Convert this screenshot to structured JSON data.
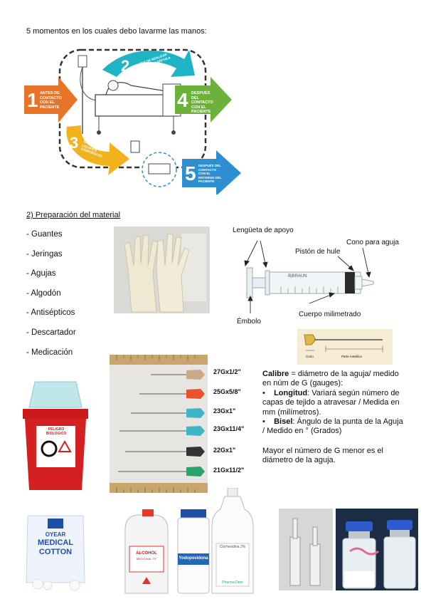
{
  "intro": "5 momentos en los cuales debo lavarme las manos:",
  "moments": [
    {
      "num": "1",
      "text": "ANTES DE CONTACTO CON EL PACIENTE",
      "color": "#e8742a"
    },
    {
      "num": "2",
      "text": "ANTES DE REALIZAR UNA TAREA ASÉPTICA",
      "color": "#1fb4c4"
    },
    {
      "num": "3",
      "text": "DESPUÉS DEL RIESGO DE EXPOSICIÓN A LÍQUIDOS CORPORALES",
      "color": "#f2b21b"
    },
    {
      "num": "4",
      "text": "DESPUÉS DEL CONTACTO CON EL PACIENTE",
      "color": "#6bb13a"
    },
    {
      "num": "5",
      "text": "DESPUÉS DEL CONTACTO CON EL ENTORNO DEL PACIENTE",
      "color": "#2d8fd0"
    }
  ],
  "section_title": "2) Preparación del material",
  "materials": [
    "- Guantes",
    "- Jeringas",
    "- Agujas",
    "- Algodón",
    "- Antisépticos",
    "- Descartador",
    "- Medicación"
  ],
  "syringe": {
    "lengueta": "Lengüeta de apoyo",
    "cono": "Cono para aguja",
    "piston": "Pistón de hule",
    "cuerpo": "Cuerpo milimetrado",
    "embolo": "Émbolo",
    "brand": "B|BRAUN",
    "needle_cono": "Cono",
    "needle_parte": "Parte metálica"
  },
  "needles": [
    {
      "label": "27Gx1/2\"",
      "color": "#c9a98a"
    },
    {
      "label": "25Gx5/8\"",
      "color": "#e8542a"
    },
    {
      "label": "23Gx1\"",
      "color": "#3fb6c8"
    },
    {
      "label": "23Gx11/4\"",
      "color": "#3fb6c8"
    },
    {
      "label": "22Gx1\"",
      "color": "#333333"
    },
    {
      "label": "21Gx11/2\"",
      "color": "#2aa36a"
    }
  ],
  "description": {
    "calibre_title": "Calibre",
    "calibre_text": " = diámetro de la aguja/ medido en núm de G (gauges):",
    "longitud_title": "Longitud",
    "longitud_text": ": Variará según número de capas de tejido a atravesar / Medida en mm (milímetros).",
    "bisel_title": "Bisel",
    "bisel_text": ": Ángulo de la punta de la Aguja / Medido en ° (Grados)",
    "note": "Mayor el número de G menor es el diámetro de la aguja."
  },
  "container_label": "PELIGRO BIOLOGICO",
  "cotton": {
    "brand": "OYEAR",
    "line1": "MEDICAL",
    "line2": "COTTON"
  },
  "bottles": {
    "alcohol": "ALCOHOL",
    "alcohol_sub": "MEDICINAL 70°",
    "iodo": "Yodopovidona",
    "clorhex": "Clorhexidina 2%",
    "clorhex_brand": "Pharma Dent"
  }
}
